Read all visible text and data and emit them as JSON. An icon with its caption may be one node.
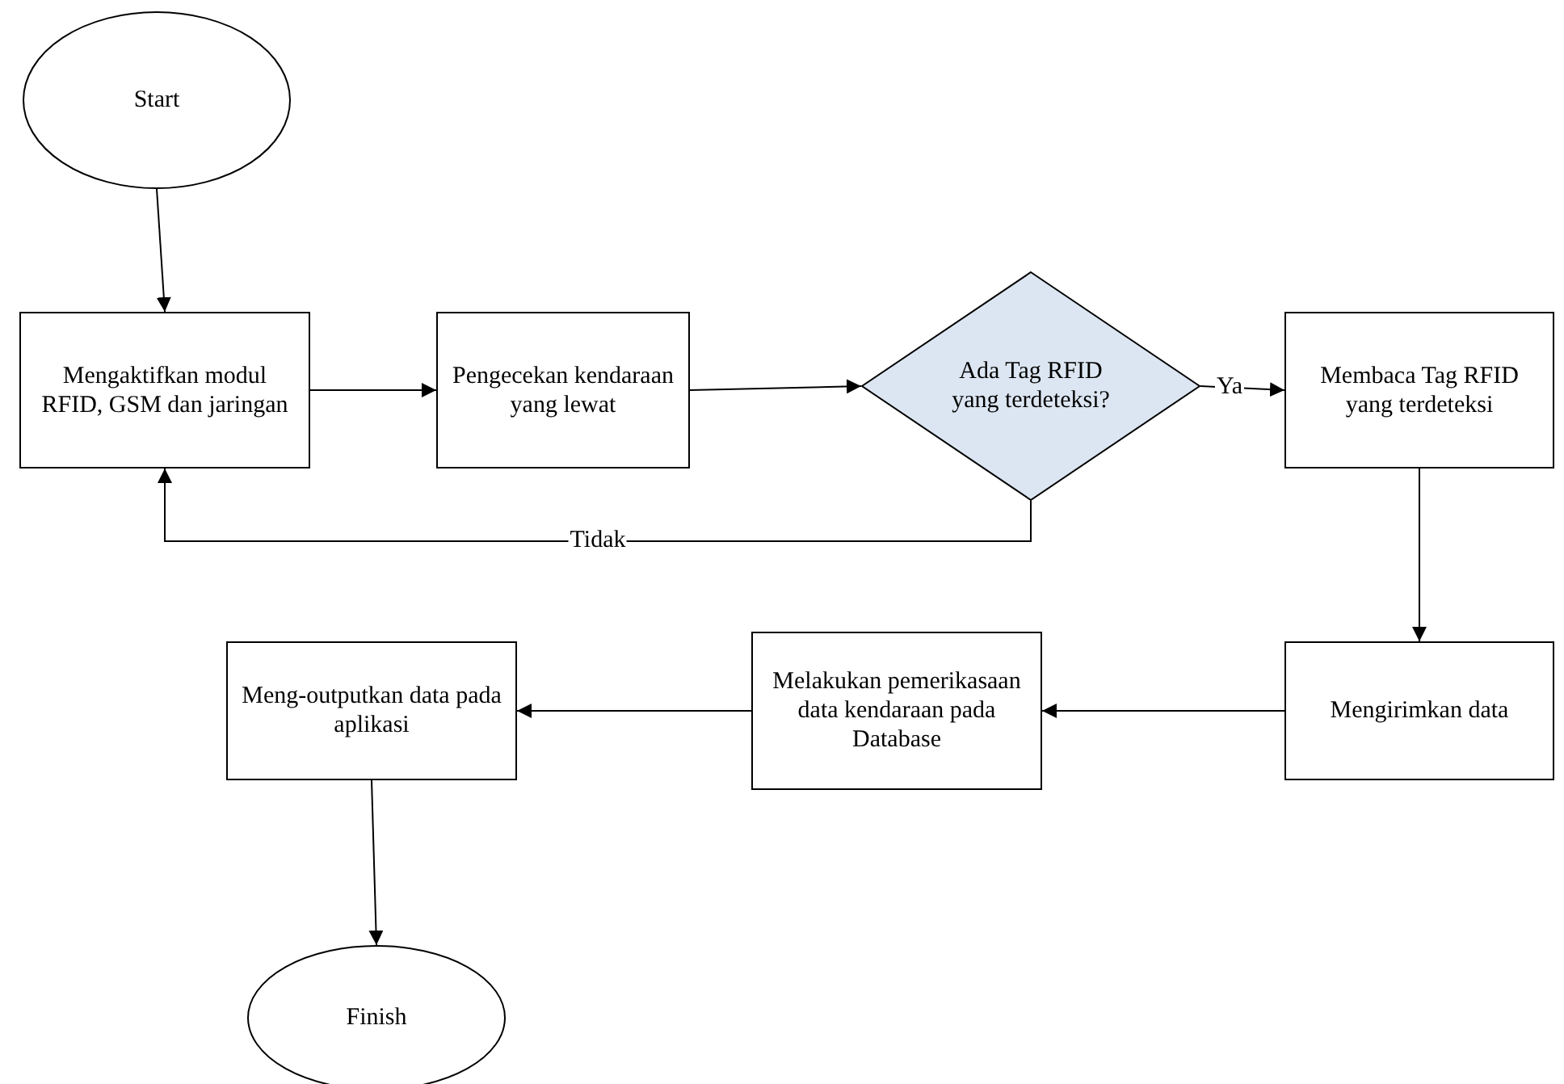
{
  "diagram": {
    "nodes": [
      {
        "text": [
          "Start"
        ]
      },
      {
        "text": [
          "Mengaktifkan modul RFID, GSM dan jaringan"
        ]
      },
      {
        "text": [
          "Pengecekan kendaraan yang lewat"
        ]
      },
      {
        "text": [
          "Ada Tag RFID yang terdeteksi?"
        ]
      },
      {
        "text": [
          "Membaca Tag RFID yang terdeteksi"
        ]
      },
      {
        "text": [
          "Mengirimkan data"
        ]
      },
      {
        "text": [
          "Melakukan pemerikasaan data kendaraan pada Database"
        ]
      },
      {
        "text": [
          "Meng-outputkan data pada aplikasi"
        ]
      },
      {
        "text": [
          "Finish"
        ]
      }
    ],
    "edges": [
      {
        "from": 0,
        "to": 1,
        "arrow": "to"
      },
      {
        "from": 1,
        "to": 2,
        "arrow": "to"
      },
      {
        "from": 2,
        "to": 3,
        "arrow": "to"
      },
      {
        "from": 3,
        "to": 4,
        "arrow": "to",
        "label": "Ya"
      },
      {
        "from": 3,
        "to": 1,
        "arrow": "to",
        "label": "Tidak"
      },
      {
        "from": 4,
        "to": 5,
        "arrow": "to"
      },
      {
        "from": 5,
        "to": 6,
        "arrow": "to"
      },
      {
        "from": 6,
        "to": 7,
        "arrow": "to"
      },
      {
        "from": 7,
        "to": 8,
        "arrow": "to"
      }
    ]
  }
}
